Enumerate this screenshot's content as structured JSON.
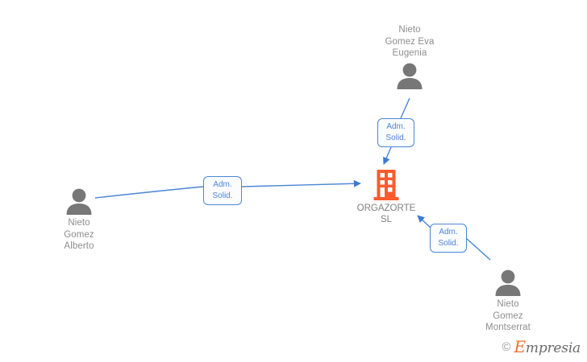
{
  "diagram": {
    "type": "org-relationship-graph",
    "background_color": "#ffffff",
    "edge_color": "#4a86d6",
    "company_color": "#ff5a2d",
    "person_color": "#777777",
    "label_text_color": "#8d8d8d"
  },
  "company": {
    "name": "ORGAZORTE\nSL",
    "icon": "building-icon"
  },
  "people": [
    {
      "id": "eva",
      "name": "Nieto\nGomez Eva\nEugenia",
      "icon": "person-icon"
    },
    {
      "id": "alberto",
      "name": "Nieto\nGomez\nAlberto",
      "icon": "person-icon"
    },
    {
      "id": "montserrat",
      "name": "Nieto\nGomez\nMontserrat",
      "icon": "person-icon"
    }
  ],
  "relations": [
    {
      "id": "rel-eva",
      "label": "Adm.\nSolid.",
      "from": "eva",
      "to": "company"
    },
    {
      "id": "rel-alberto",
      "label": "Adm.\nSolid.",
      "from": "alberto",
      "to": "company"
    },
    {
      "id": "rel-montserrat",
      "label": "Adm.\nSolid.",
      "from": "montserrat",
      "to": "company"
    }
  ],
  "watermark": {
    "copyright": "©",
    "brand_initial": "E",
    "brand_rest": "mpresia"
  }
}
